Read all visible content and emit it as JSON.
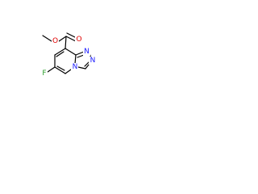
{
  "molecule": {
    "atoms": {
      "O_carbonyl": {
        "symbol": "O",
        "color": "#e00000"
      },
      "O_ester": {
        "symbol": "O",
        "color": "#e00000"
      },
      "F": {
        "symbol": "F",
        "color": "#2a9d2a"
      },
      "N_bridge": {
        "symbol": "N",
        "color": "#1a1aff"
      },
      "N_8": {
        "symbol": "N",
        "color": "#1a1aff"
      },
      "N_9": {
        "symbol": "N",
        "color": "#1a1aff"
      }
    },
    "bond_color": "#000000"
  }
}
